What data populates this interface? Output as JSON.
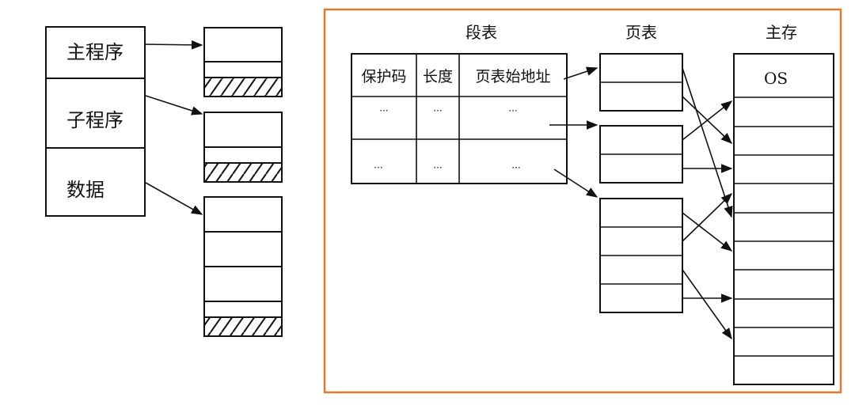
{
  "program_segments": {
    "labels": [
      "主程序",
      "子程序",
      "数据"
    ]
  },
  "segment_table": {
    "title": "段表",
    "headers": [
      "保护码",
      "长度",
      "页表始地址"
    ],
    "rows": [
      [
        "···",
        "···",
        "···"
      ],
      [
        "···",
        "···",
        "···"
      ]
    ]
  },
  "page_table": {
    "title": "页表"
  },
  "main_memory": {
    "title": "主存",
    "os_label": "OS"
  },
  "colors": {
    "frame": "#e07a2e",
    "line": "#111111",
    "background": "#ffffff"
  }
}
